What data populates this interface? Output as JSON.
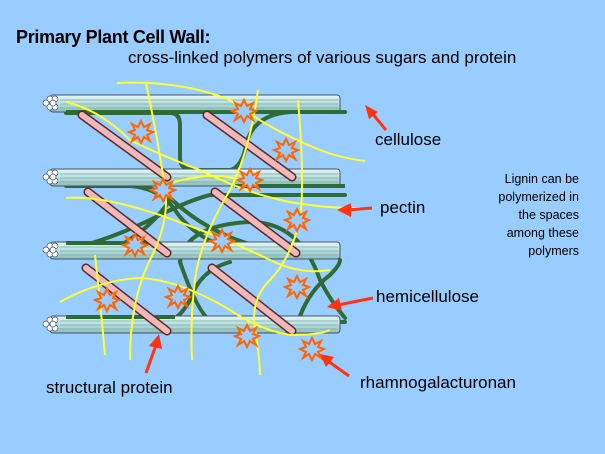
{
  "title": "Primary Plant Cell Wall:",
  "subtitle": "cross-linked polymers of various sugars and protein",
  "labels": {
    "cellulose": "cellulose",
    "pectin": "pectin",
    "hemicellulose": "hemicellulose",
    "structural_protein": "structural protein",
    "rhamnogalacturonan": "rhamnogalacturonan"
  },
  "note_lines": [
    "Lignin can be",
    "polymerized in",
    "the spaces",
    "among these",
    "polymers"
  ],
  "colors": {
    "background": "#99ccff",
    "cellulose": "#cce6e6",
    "hemicellulose": "#2f6b35",
    "pectin": "#ffff33",
    "protein": "#e8a8a8",
    "crosslink": "#ff6600",
    "arrow": "#ff3311"
  }
}
